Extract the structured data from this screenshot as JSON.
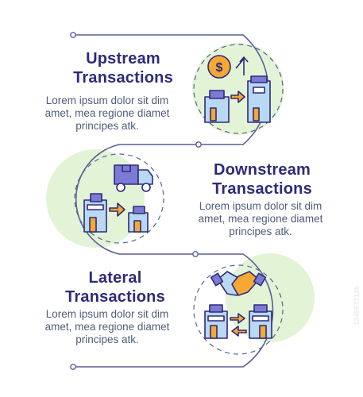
{
  "sections": [
    {
      "title_line1": "Upstream",
      "title_line2": "Transactions",
      "desc_line1": "Lorem ipsum dolor sit dim",
      "desc_line2": "amet, mea regione diamet",
      "desc_line3": "principes atk.",
      "icon": "upstream-money-buildings-icon"
    },
    {
      "title_line1": "Downstream",
      "title_line2": "Transactions",
      "desc_line1": "Lorem ipsum dolor sit dim",
      "desc_line2": "amet, mea regione diamet",
      "desc_line3": "principes atk.",
      "icon": "delivery-truck-buildings-icon"
    },
    {
      "title_line1": "Lateral",
      "title_line2": "Transactions",
      "desc_line1": "Lorem ipsum dolor sit dim",
      "desc_line2": "amet, mea regione diamet",
      "desc_line3": "principes atk.",
      "icon": "handshake-buildings-icon"
    }
  ],
  "colors": {
    "title": "#2f2a7a",
    "body": "#4e5d78",
    "accent_green": "#e3f3d6",
    "line": "#5a5f96",
    "building_fill": "#b9d8f3",
    "orange": "#f5a833",
    "purple": "#7b7bd6"
  },
  "watermark": "1345977135"
}
